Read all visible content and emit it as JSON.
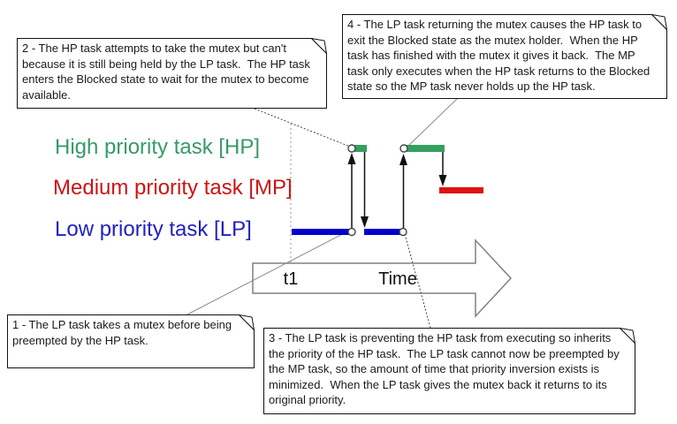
{
  "tasks": [
    {
      "label": "High priority task [HP]",
      "color": "#379A68"
    },
    {
      "label": "Medium priority task [MP]",
      "color": "#CC1414"
    },
    {
      "label": "Low priority task [LP]",
      "color": "#2222BE"
    }
  ],
  "timeline": {
    "t1_label": "t1",
    "axis_label": "Time"
  },
  "notes": [
    {
      "id": "1",
      "lines": [
        "1 - The LP task takes a mutex before being",
        "preempted by the HP task."
      ]
    },
    {
      "id": "2",
      "lines": [
        "2 - The HP task attempts to take the mutex but can't",
        "because it is still being held by the LP task.  The HP task",
        "enters the Blocked state to wait for the mutex to become",
        "available."
      ]
    },
    {
      "id": "3",
      "lines": [
        "3 - The LP task is preventing the HP task from executing so inherits",
        "the priority of the HP task.  The LP task cannot now be preempted by",
        "the MP task, so the amount of time that priority inversion exists is",
        "minimized.  When the LP task gives the mutex back it returns to its",
        "original priority."
      ]
    },
    {
      "id": "4",
      "lines": [
        "4 - The LP task returning the mutex causes the HP task to",
        "exit the Blocked state as the mutex holder.  When the HP",
        "task has finished with the mutex it gives it back.  The MP",
        "task only executes when the HP task returns to the Blocked",
        "state so the MP task never holds up the HP task."
      ]
    }
  ],
  "colors": {
    "hp_bar": "#34A05E",
    "mp_bar": "#DE1212",
    "lp_bar": "#0202CC",
    "axis_outline": "#808080"
  }
}
